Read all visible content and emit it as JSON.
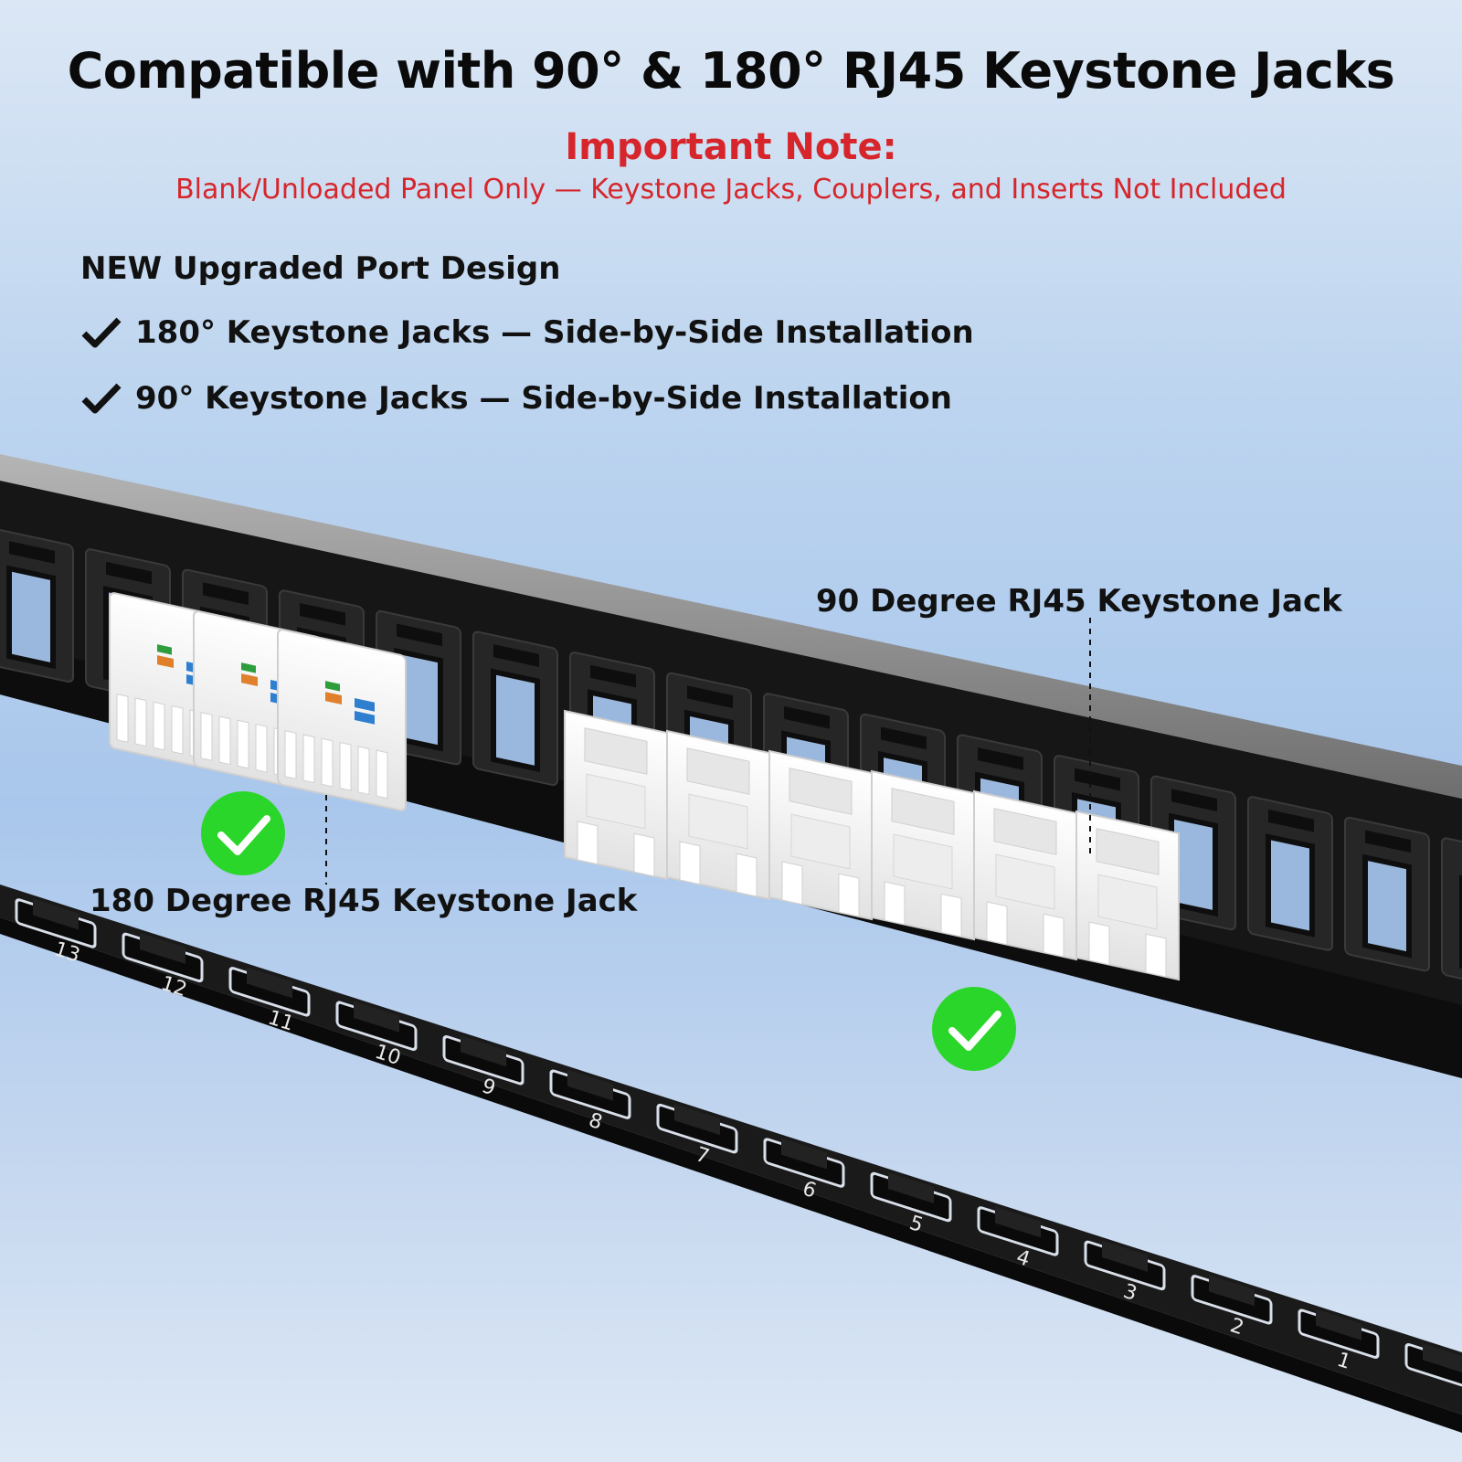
{
  "header": {
    "title": "Compatible with 90° & 180° RJ45 Keystone Jacks",
    "note_title": "Important Note:",
    "note_text": "Blank/Unloaded Panel Only — Keystone Jacks, Couplers, and Inserts Not Included"
  },
  "features": {
    "heading": "NEW Upgraded Port Design",
    "items": [
      "180° Keystone Jacks — Side-by-Side Installation",
      "90° Keystone Jacks — Side-by-Side Installation"
    ]
  },
  "callouts": {
    "jack_90": "90 Degree RJ45 Keystone Jack",
    "jack_180": "180 Degree RJ45 Keystone Jack"
  },
  "port_numbers": [
    "13",
    "12",
    "11",
    "10",
    "9",
    "8",
    "7",
    "6",
    "5",
    "4",
    "3",
    "2",
    "1"
  ],
  "colors": {
    "title": "#0a0a0a",
    "note": "#d6262b",
    "check_badge": "#2bd62b",
    "panel": "#1a1a1a",
    "panel_top": "#8a8a8a",
    "jack": "#f4f4f4"
  }
}
